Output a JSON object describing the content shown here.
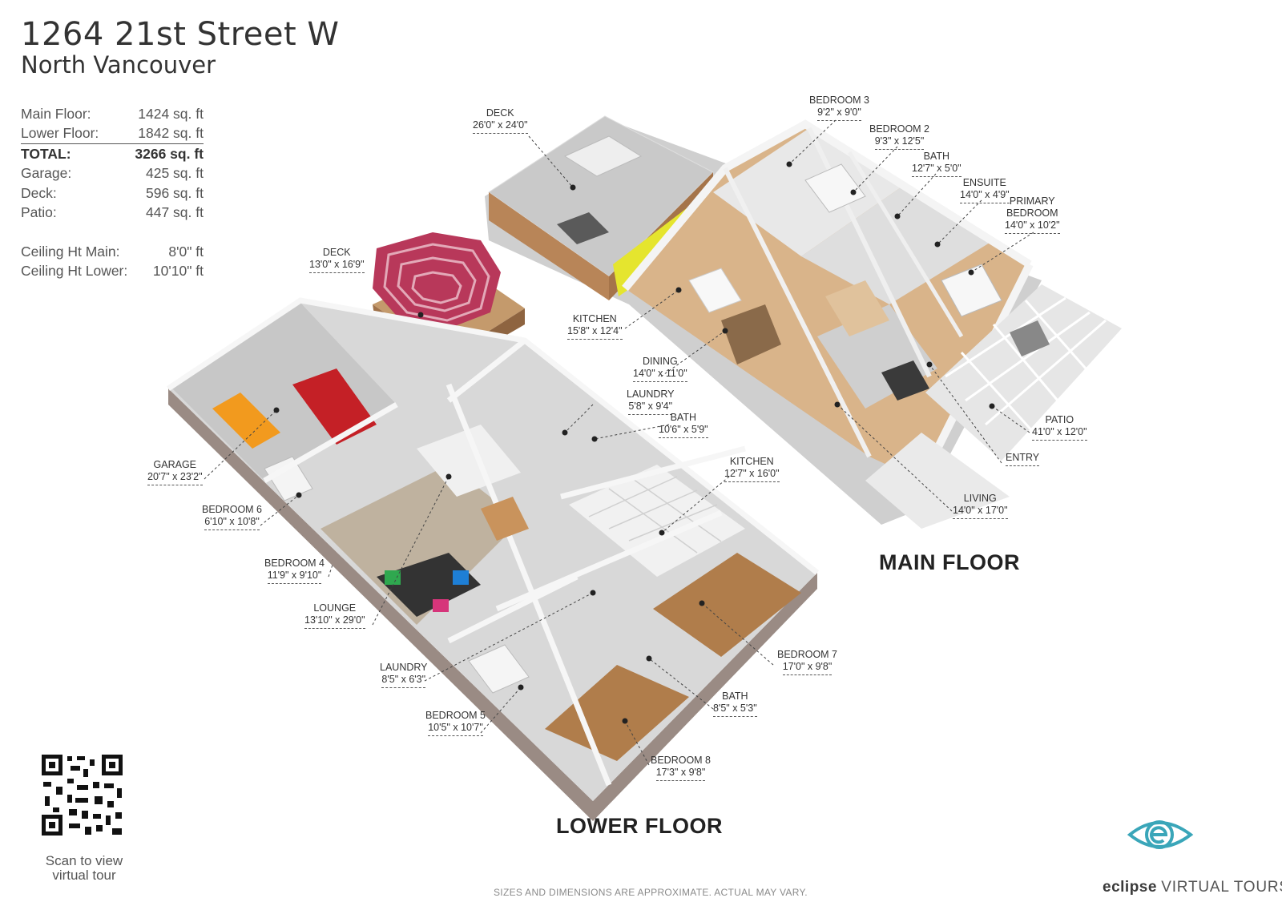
{
  "listing": {
    "address": "1264 21st Street W",
    "city": "North Vancouver"
  },
  "stats": [
    {
      "label": "Main Floor:",
      "value": "1424 sq. ft"
    },
    {
      "label": "Lower Floor:",
      "value": "1842 sq. ft"
    },
    {
      "label": "TOTAL:",
      "value": "3266 sq. ft"
    },
    {
      "label": "Garage:",
      "value": "425 sq. ft"
    },
    {
      "label": "Deck:",
      "value": "596 sq. ft"
    },
    {
      "label": "Patio:",
      "value": "447 sq. ft"
    },
    {
      "label": "Ceiling Ht Main:",
      "value": "8'0\" ft"
    },
    {
      "label": "Ceiling Ht Lower:",
      "value": "10'10\" ft"
    }
  ],
  "floors": {
    "main": "MAIN FLOOR",
    "lower": "LOWER FLOOR"
  },
  "rooms": {
    "deck_main": {
      "name": "DECK",
      "dim": "26'0\" x 24'0\""
    },
    "bedroom3": {
      "name": "BEDROOM 3",
      "dim": "9'2\" x 9'0\""
    },
    "bedroom2": {
      "name": "BEDROOM 2",
      "dim": "9'3\" x 12'5\""
    },
    "bath_main": {
      "name": "BATH",
      "dim": "12'7\" x 5'0\""
    },
    "ensuite": {
      "name": "ENSUITE",
      "dim": "14'0\" x 4'9\""
    },
    "primary": {
      "name": "PRIMARY",
      "name2": "BEDROOM",
      "dim": "14'0\" x 10'2\""
    },
    "deck_small": {
      "name": "DECK",
      "dim": "13'0\" x 16'9\""
    },
    "kitchen_main": {
      "name": "KITCHEN",
      "dim": "15'8\" x 12'4\""
    },
    "dining": {
      "name": "DINING",
      "dim": "14'0\" x 11'0\""
    },
    "patio": {
      "name": "PATIO",
      "dim": "41'0\" x 12'0\""
    },
    "entry": {
      "name": "ENTRY",
      "dim": ""
    },
    "living": {
      "name": "LIVING",
      "dim": "14'0\" x 17'0\""
    },
    "laundry_a": {
      "name": "LAUNDRY",
      "dim": "5'8\" x 9'4\""
    },
    "bath_a": {
      "name": "BATH",
      "dim": "10'6\" x 5'9\""
    },
    "kitchen_lower": {
      "name": "KITCHEN",
      "dim": "12'7\" x 16'0\""
    },
    "garage": {
      "name": "GARAGE",
      "dim": "20'7\" x 23'2\""
    },
    "bedroom6": {
      "name": "BEDROOM 6",
      "dim": "6'10\" x 10'8\""
    },
    "bedroom4": {
      "name": "BEDROOM 4",
      "dim": "11'9\" x 9'10\""
    },
    "lounge": {
      "name": "LOUNGE",
      "dim": "13'10\" x 29'0\""
    },
    "laundry_b": {
      "name": "LAUNDRY",
      "dim": "8'5\" x 6'3\""
    },
    "bedroom5": {
      "name": "BEDROOM 5",
      "dim": "10'5\" x 10'7\""
    },
    "bedroom7": {
      "name": "BEDROOM 7",
      "dim": "17'0\" x 9'8\""
    },
    "bath_b": {
      "name": "BATH",
      "dim": "8'5\" x 5'3\""
    },
    "bedroom8": {
      "name": "BEDROOM 8",
      "dim": "17'3\" x 9'8\""
    }
  },
  "qr": {
    "caption_line1": "Scan to view",
    "caption_line2": "virtual tour"
  },
  "brand": {
    "part1": "eclipse",
    "part2": "VIRTUAL TOURS",
    "color": "#3aa6b9"
  },
  "disclaimer": "SIZES AND DIMENSIONS ARE APPROXIMATE. ACTUAL MAY VARY.",
  "colors": {
    "floor_wood": "#b98a5a",
    "floor_grey": "#a9a9a9",
    "wall": "#f2f2f2",
    "accent_yellow": "#e5e52e",
    "umbrella": "#b8385a"
  }
}
